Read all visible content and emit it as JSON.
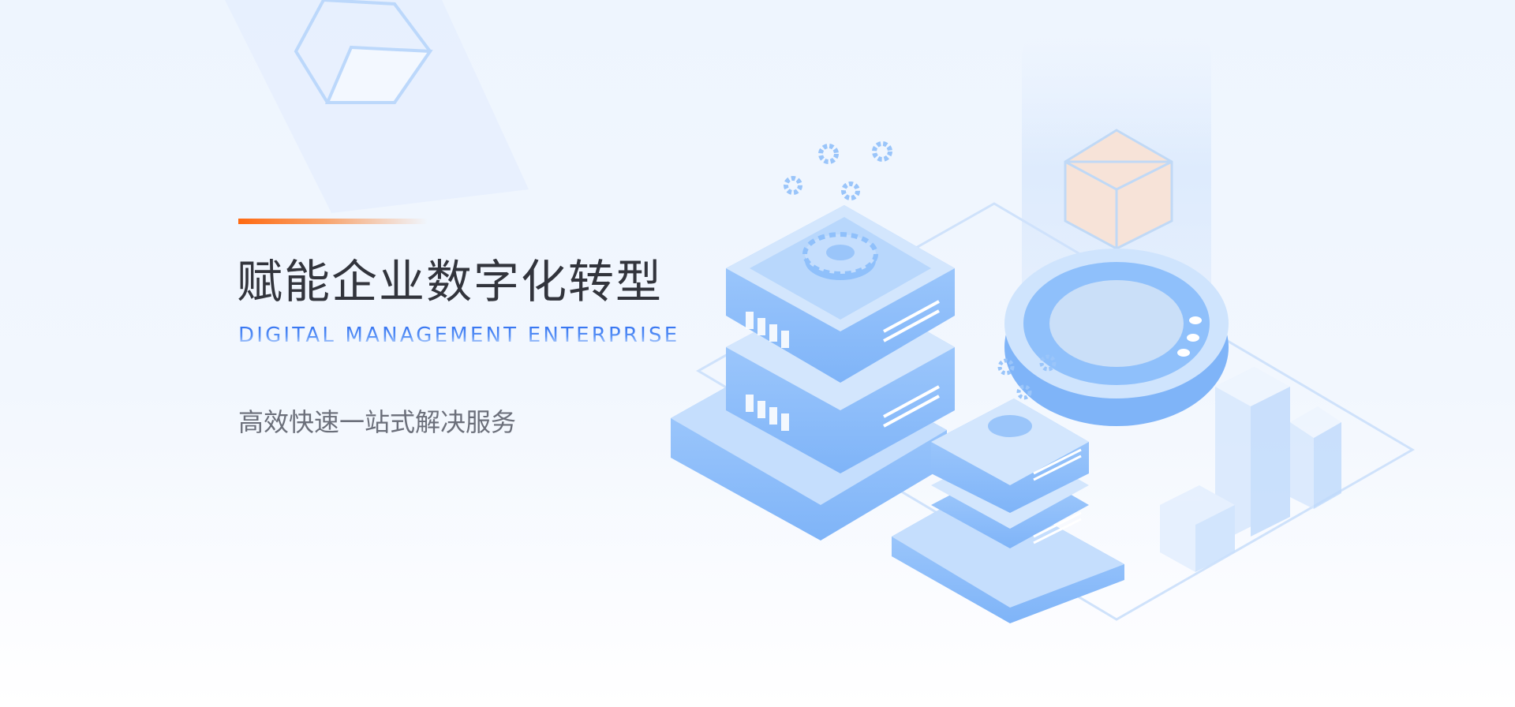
{
  "banner": {
    "title": "赋能企业数字化转型",
    "subtitle_en": "DIGITAL MANAGEMENT ENTERPRISE",
    "tagline": "高效快速一站式解决服务",
    "colors": {
      "accent": "#ff6a12",
      "title": "#32343c",
      "subtitle": "#2c6cf0",
      "tagline": "#6b6f7a",
      "illustration": "#8fc0fb"
    }
  }
}
